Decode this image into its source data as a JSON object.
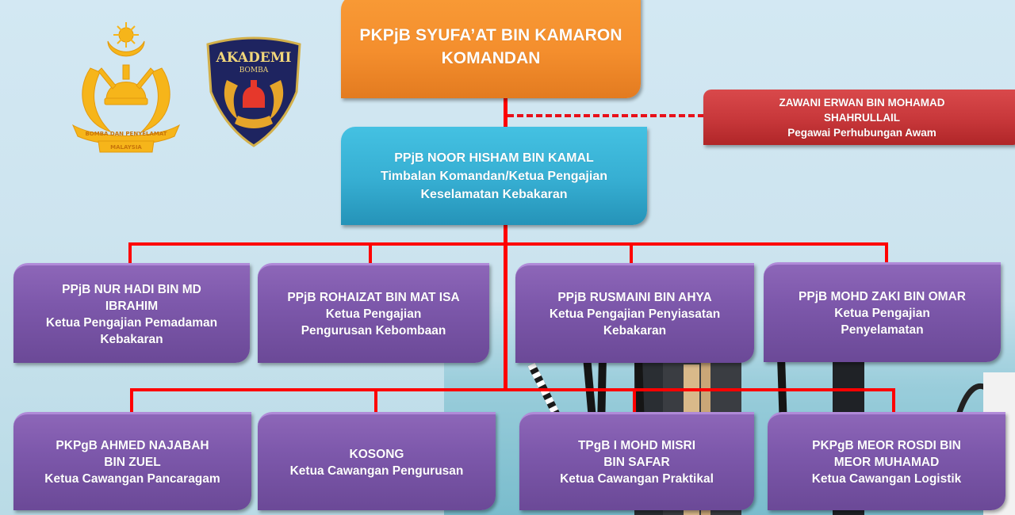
{
  "logos": {
    "left": {
      "name": "bomba-dan-penyelamat-malaysia-crest",
      "ribbon_text_1": "BOMBA DAN PENYELAMAT",
      "ribbon_text_2": "MALAYSIA"
    },
    "right": {
      "name": "akademi-bomba-badge",
      "text_top": "AKADEMI",
      "text_sub": "BOMBA"
    }
  },
  "colors": {
    "commander_box": "#f48e2d",
    "deputy_box": "#36aed2",
    "pr_box": "#c7373a",
    "unit_box": "#7d58ab",
    "connector": "#ff0000"
  },
  "commander": {
    "name": "PKPjB SYUFA’AT BIN KAMARON",
    "title": "KOMANDAN"
  },
  "public_relations": {
    "name_line1": "ZAWANI ERWAN  BIN MOHAMAD",
    "name_line2": "SHAHRULLAIL",
    "title": "Pegawai Perhubungan  Awam"
  },
  "deputy": {
    "name": "PPjB NOOR HISHAM  BIN KAMAL",
    "title_line1": "Timbalan Komandan/Ketua Pengajian",
    "title_line2": "Keselamatan Kebakaran"
  },
  "row1": [
    {
      "lines": [
        "PPjB NUR HADI  BIN MD",
        "IBRAHIM",
        "Ketua Pengajian Pemadaman",
        "Kebakaran"
      ]
    },
    {
      "lines": [
        "PPjB ROHAIZAT  BIN MAT ISA",
        "Ketua Pengajian",
        "Pengurusan Kebombaan"
      ]
    },
    {
      "lines": [
        "PPjB RUSMAINI  BIN  AHYA",
        "Ketua Pengajian Penyiasatan",
        "Kebakaran"
      ]
    },
    {
      "lines": [
        "PPjB MOHD ZAKI  BIN  OMAR",
        "Ketua Pengajian",
        "Penyelamatan"
      ]
    }
  ],
  "row2": [
    {
      "lines": [
        "PKPgB AHMED  NAJABAH",
        "BIN ZUEL",
        "Ketua Cawangan  Pancaragam"
      ]
    },
    {
      "lines": [
        "KOSONG",
        "Ketua Cawangan Pengurusan"
      ]
    },
    {
      "lines": [
        "TPgB I MOHD MISRI",
        "BIN SAFAR",
        "Ketua Cawangan  Praktikal"
      ]
    },
    {
      "lines": [
        "PKPgB MEOR ROSDI BIN",
        "MEOR  MUHAMAD",
        "Ketua Cawangan Logistik"
      ]
    }
  ]
}
